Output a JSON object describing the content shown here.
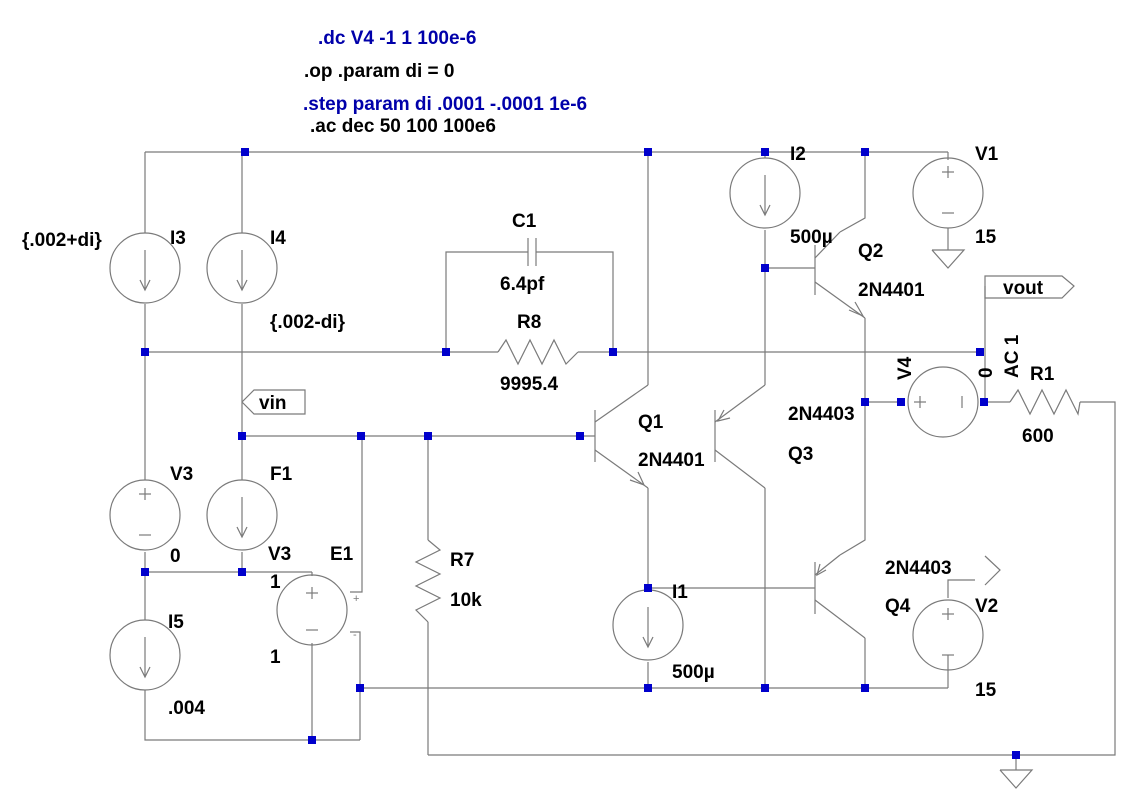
{
  "colors": {
    "wire": "#7a7a7a",
    "node": "#0000cc",
    "directive_blue": "#0000aa",
    "text": "#000000"
  },
  "directives": {
    "dc": ".dc V4 -1 1 100e-6",
    "op_param": ".op   .param di = 0",
    "step": ".step param di .0001 -.0001 1e-6",
    "ac": ".ac dec 50 100 100e6"
  },
  "labels": {
    "I3_value": "{.002+di}",
    "I3_name": "I3",
    "I4_name": "I4",
    "I4_value": "{.002-di}",
    "C1_name": "C1",
    "C1_value": "6.4pf",
    "R8_name": "R8",
    "R8_value": "9995.4",
    "I2_name": "I2",
    "I2_value": "500µ",
    "V1_name": "V1",
    "V1_value": "15",
    "Q2_name": "Q2",
    "Q2_model": "2N4401",
    "vout": "vout",
    "V4_name": "V4",
    "V4_value": "0",
    "V4_ac": "AC 1",
    "R1_name": "R1",
    "R1_value": "600",
    "vin": "vin",
    "Q1_name": "Q1",
    "Q1_model": "2N4401",
    "Q3_model": "2N4403",
    "Q3_name": "Q3",
    "V3_name": "V3",
    "V3_value": "0",
    "F1_name": "F1",
    "F1_ctrl": "V3",
    "F1_gain": "1",
    "E1_name": "E1",
    "E1_gain": "1",
    "R7_name": "R7",
    "R7_value": "10k",
    "I1_name": "I1",
    "I1_value": "500µ",
    "Q4_model": "2N4403",
    "Q4_name": "Q4",
    "V2_name": "V2",
    "V2_value": "15",
    "I5_name": "I5",
    "I5_value": ".004"
  }
}
